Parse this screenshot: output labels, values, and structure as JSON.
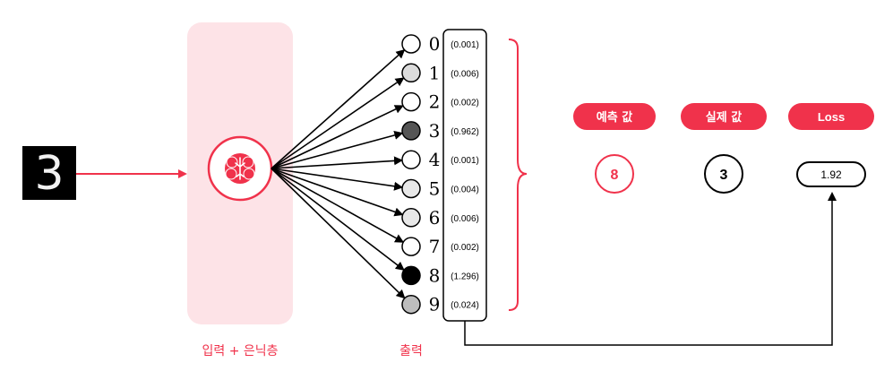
{
  "input": {
    "digit_image_text": "3"
  },
  "labels": {
    "hidden": "입력 + 은닉층",
    "output": "출력"
  },
  "outputs": [
    {
      "digit": "0",
      "value": "(0.001)",
      "fill": "#ffffff"
    },
    {
      "digit": "1",
      "value": "(0.006)",
      "fill": "#dcdcdc"
    },
    {
      "digit": "2",
      "value": "(0.002)",
      "fill": "#ffffff"
    },
    {
      "digit": "3",
      "value": "(0.962)",
      "fill": "#555555"
    },
    {
      "digit": "4",
      "value": "(0.001)",
      "fill": "#ffffff"
    },
    {
      "digit": "5",
      "value": "(0.004)",
      "fill": "#e8e8e8"
    },
    {
      "digit": "6",
      "value": "(0.006)",
      "fill": "#e8e8e8"
    },
    {
      "digit": "7",
      "value": "(0.002)",
      "fill": "#ffffff"
    },
    {
      "digit": "8",
      "value": "(1.296)",
      "fill": "#000000"
    },
    {
      "digit": "9",
      "value": "(0.024)",
      "fill": "#bdbdbd"
    }
  ],
  "results": {
    "predicted": {
      "label": "예측 값",
      "value": "8"
    },
    "actual": {
      "label": "실제 값",
      "value": "3"
    },
    "loss": {
      "label": "Loss",
      "value": "1.92"
    }
  },
  "colors": {
    "accent": "#f0324b",
    "panel": "#fde3e7",
    "line": "#000000"
  },
  "icons": {
    "network": "brain-icon"
  }
}
